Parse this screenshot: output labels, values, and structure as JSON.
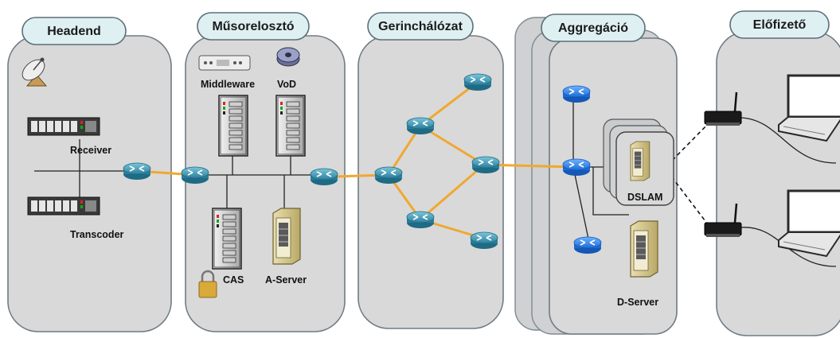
{
  "sections": {
    "headend": "Headend",
    "distribution": "Műsorelosztó",
    "backbone": "Gerinchálózat",
    "aggregation": "Aggregáció",
    "subscriber": "Előfizető"
  },
  "labels": {
    "receiver": "Receiver",
    "transcoder": "Transcoder",
    "middleware": "Middleware",
    "vod": "VoD",
    "cas": "CAS",
    "a_server": "A-Server",
    "dslam": "DSLAM",
    "d_server": "D-Server"
  },
  "icons": {
    "router": "router-icon",
    "satellite": "satellite-dish-icon",
    "rack": "rack-server-icon",
    "tower": "tower-server-icon",
    "lock": "padlock-icon",
    "reel": "film-reel-icon",
    "remote": "remote-control-icon",
    "modem": "modem-icon",
    "laptop": "laptop-icon"
  },
  "colors": {
    "panel": "#d9d9d9",
    "header": "#dff0f3",
    "router_teal": "#3a8ea8",
    "router_blue": "#2d7fe0",
    "link_orange": "#f0a830"
  }
}
